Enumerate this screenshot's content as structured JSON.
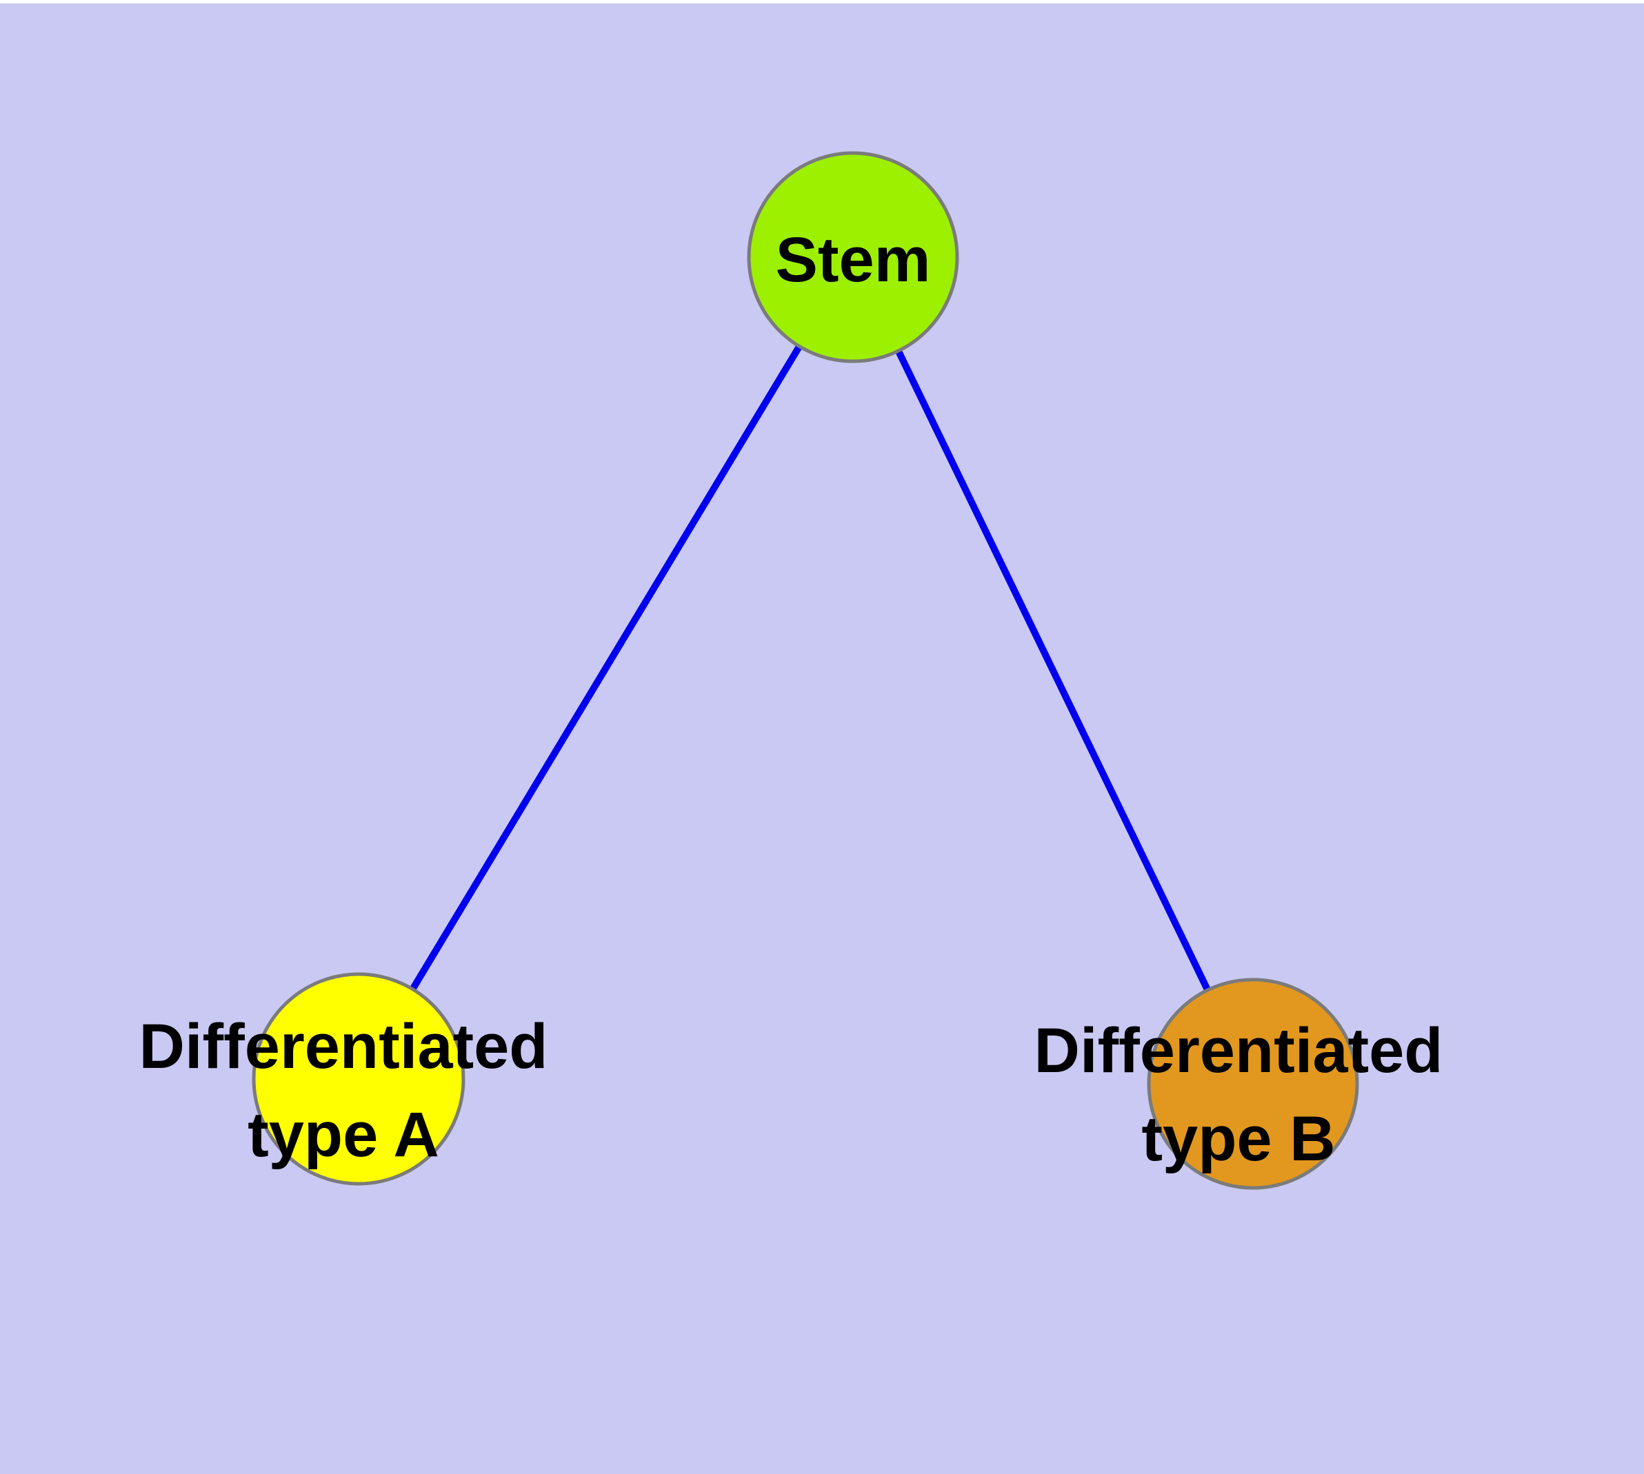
{
  "diagram": {
    "type": "node-link-graph",
    "background_color": "#c9c9f3",
    "node_border_color": "#7b7b7b",
    "edge_color": "#0000ee",
    "label_color": "#000000",
    "nodes": {
      "stem": {
        "label": "Stem",
        "color": "#9cf000"
      },
      "type_a": {
        "label": "Differentiated\ntype A",
        "color": "#ffff00"
      },
      "type_b": {
        "label": "Differentiated\ntype B",
        "color": "#e2981e"
      }
    },
    "edges": [
      {
        "from": "stem",
        "to": "type_a"
      },
      {
        "from": "stem",
        "to": "type_b"
      }
    ]
  }
}
